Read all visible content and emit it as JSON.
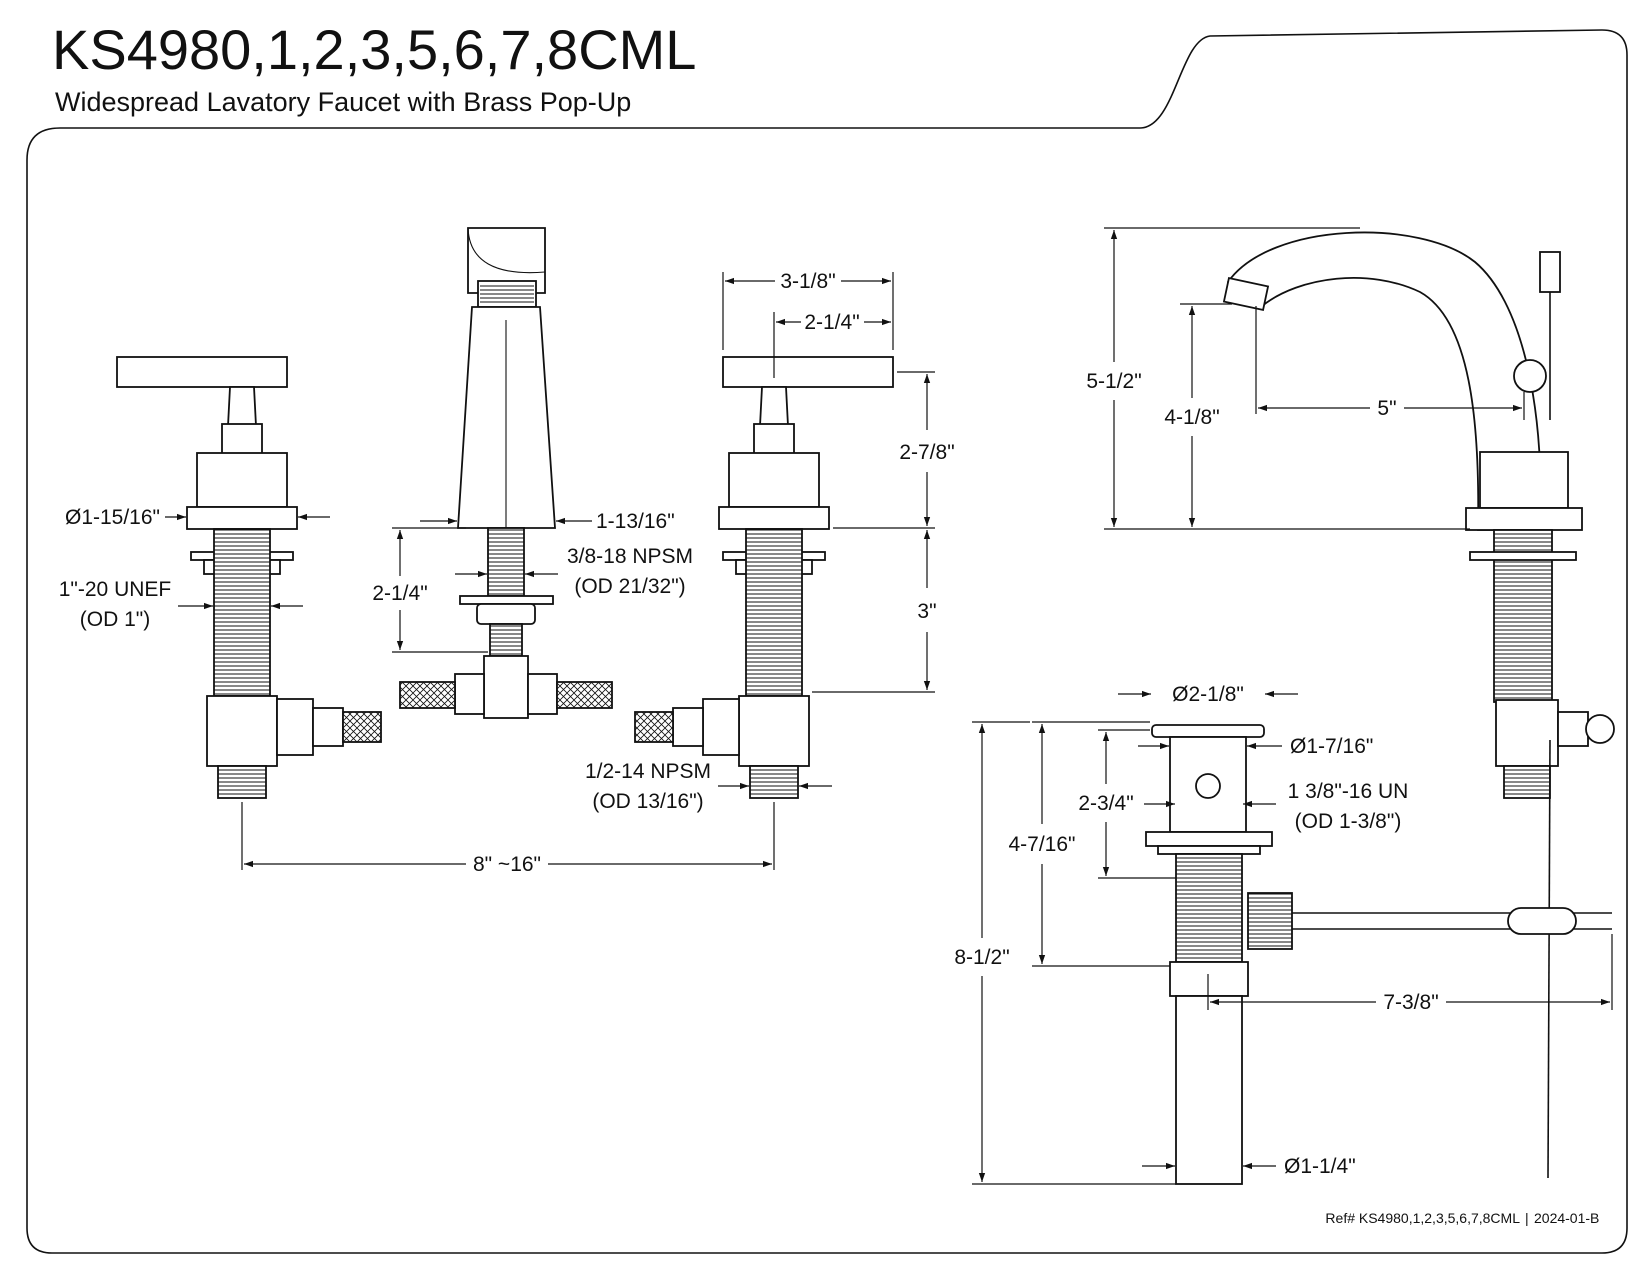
{
  "header": {
    "model": "KS4980,1,2,3,5,6,7,8CML",
    "description": "Widespread Lavatory Faucet with Brass Pop-Up"
  },
  "footer": {
    "ref_number": "Ref# KS4980,1,2,3,5,6,7,8CML",
    "separator": "|",
    "revision": "2024-01-B"
  },
  "dimensions": {
    "handle_width": "3-1/8\"",
    "handle_offset": "2-1/4\"",
    "handle_height": "2-7/8\"",
    "handle_flange_dia": "Ø1-15/16\"",
    "handle_thread": "1\"-20 UNEF",
    "handle_thread_od": "(OD 1\")",
    "spout_base_dia": "1-13/16\"",
    "spout_thread": "3/8-18 NPSM",
    "spout_thread_od": "(OD 21/32\")",
    "spout_shank_length": "2-1/4\"",
    "valve_shank_length": "3\"",
    "supply_thread": "1/2-14 NPSM",
    "supply_thread_od": "(OD 13/16\")",
    "spread": "8\" ~16\"",
    "spout_height": "5-1/2\"",
    "spout_outlet_height": "4-1/8\"",
    "spout_reach": "5\"",
    "drain_flange_dia": "Ø2-1/8\"",
    "drain_body_dia": "Ø1-7/16\"",
    "drain_thread": "1 3/8\"-16 UN",
    "drain_thread_od": "(OD 1-3/8\")",
    "drain_upper": "2-3/4\"",
    "drain_mid": "4-7/16\"",
    "drain_total": "8-1/2\"",
    "pivot_rod_length": "7-3/8\"",
    "tailpiece_dia": "Ø1-1/4\""
  },
  "colors": {
    "line": "#111111",
    "paper": "#ffffff"
  }
}
